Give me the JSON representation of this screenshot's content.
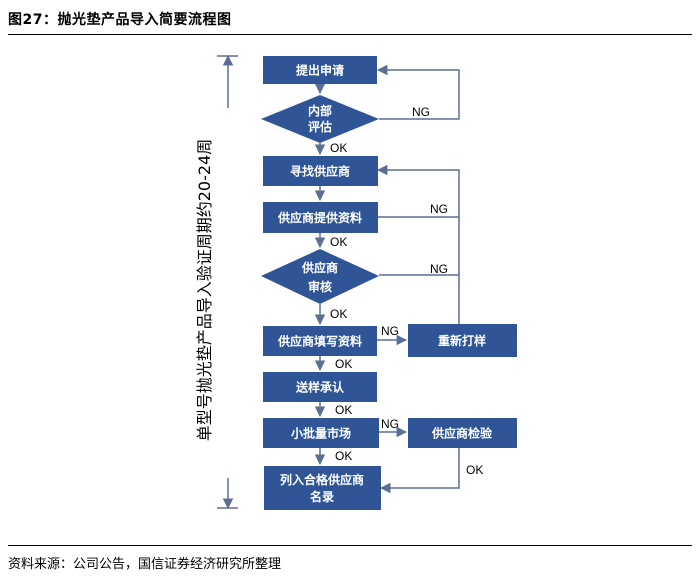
{
  "figure": {
    "title": "图27：抛光垫产品导入简要流程图",
    "source": "资料来源：公司公告，国信证券经济研究所整理"
  },
  "timeline_label": "单型号抛光垫产品导入验证周期约20-24周",
  "colors": {
    "node_fill": "#2f5597",
    "node_text": "#ffffff",
    "line": "#5b6f95"
  },
  "nodes": {
    "submit": "提出申请",
    "internal_review": [
      "内部",
      "评估"
    ],
    "find_supplier": "寻找供应商",
    "supplier_provide": "供应商提供资料",
    "supplier_audit": [
      "供应商",
      "审核"
    ],
    "fill_data": "供应商填写资料",
    "resample": "重新打样",
    "sample_approval": "送样承认",
    "small_batch": "小批量市场",
    "supplier_inspect": "供应商检验",
    "qualified_list": [
      "列入合格供应商",
      "名录"
    ]
  },
  "edge_labels": {
    "ok": "OK",
    "ng": "NG"
  }
}
